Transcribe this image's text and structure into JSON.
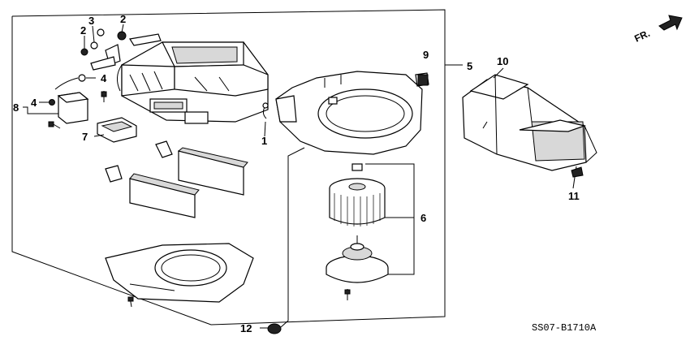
{
  "diagram": {
    "callouts": {
      "n1": "1",
      "n2a": "2",
      "n2b": "2",
      "n3": "3",
      "n4a": "4",
      "n4b": "4",
      "n5": "5",
      "n6": "6",
      "n7": "7",
      "n8": "8",
      "n9": "9",
      "n10": "10",
      "n11": "11",
      "n12": "12"
    },
    "direction_label": "FR.",
    "diagram_code": "SS07-B1710A"
  }
}
